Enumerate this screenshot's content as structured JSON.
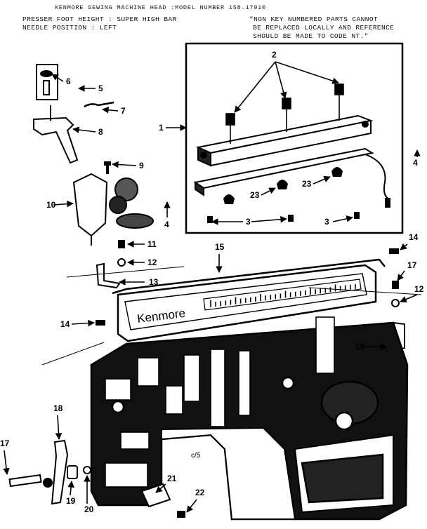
{
  "header": {
    "title": "KENMORE SEWING MACHINE HEAD :MODEL NUMBER 158.17910",
    "presser_foot": "PRESSER FOOT HEIGHT : SUPER HIGH BAR",
    "needle_position": "NEEDLE POSITION : LEFT",
    "note_line1": "\"NON KEY NUMBERED PARTS CANNOT",
    "note_line2": "BE REPLACED LOCALLY AND REFERENCE",
    "note_line3": "SHOULD BE MADE TO CODE NT.\""
  },
  "brand_label": "Kenmore",
  "page_code": "c/5",
  "callouts": [
    "1",
    "2",
    "3",
    "3",
    "4",
    "4",
    "5",
    "6",
    "7",
    "8",
    "9",
    "10",
    "11",
    "12",
    "12",
    "13",
    "14",
    "14",
    "15",
    "16",
    "17",
    "17",
    "18",
    "19",
    "20",
    "21",
    "22",
    "23",
    "23"
  ]
}
